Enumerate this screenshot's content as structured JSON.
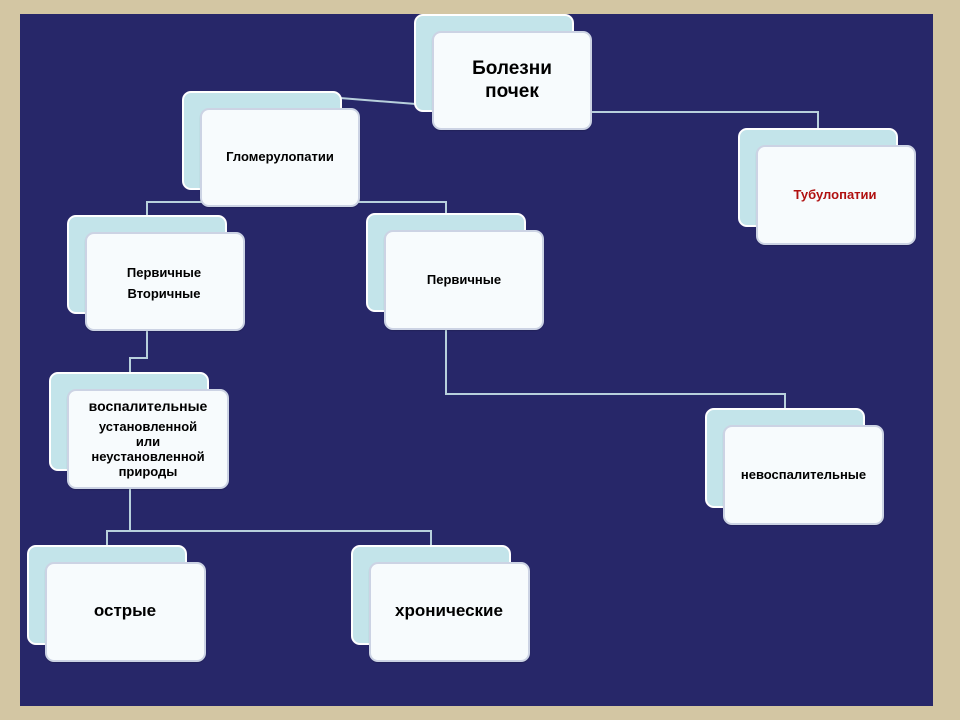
{
  "diagram": {
    "root": {
      "line1": "Болезни",
      "line2": "почек"
    },
    "glomerulopathies": "Гломерулопатии",
    "tubulopathies": "Тубулопатии",
    "primary_secondary": {
      "line1": "Первичные",
      "line2": "Вторичные"
    },
    "primary": "Первичные",
    "inflammatory": {
      "title": "воспалительные",
      "line1": "установленной",
      "line2": "или",
      "line3": "неустановленной",
      "line4": "природы"
    },
    "non_inflammatory": "невоспалительные",
    "acute": "острые",
    "chronic": "хронические"
  },
  "colors": {
    "background_frame": "#d3c6a3",
    "slide_background": "#272769",
    "box_back": "#c3e4ea",
    "box_front": "#f7fbfd",
    "connector": "#b8d0dc",
    "highlight_text": "#b01010"
  }
}
